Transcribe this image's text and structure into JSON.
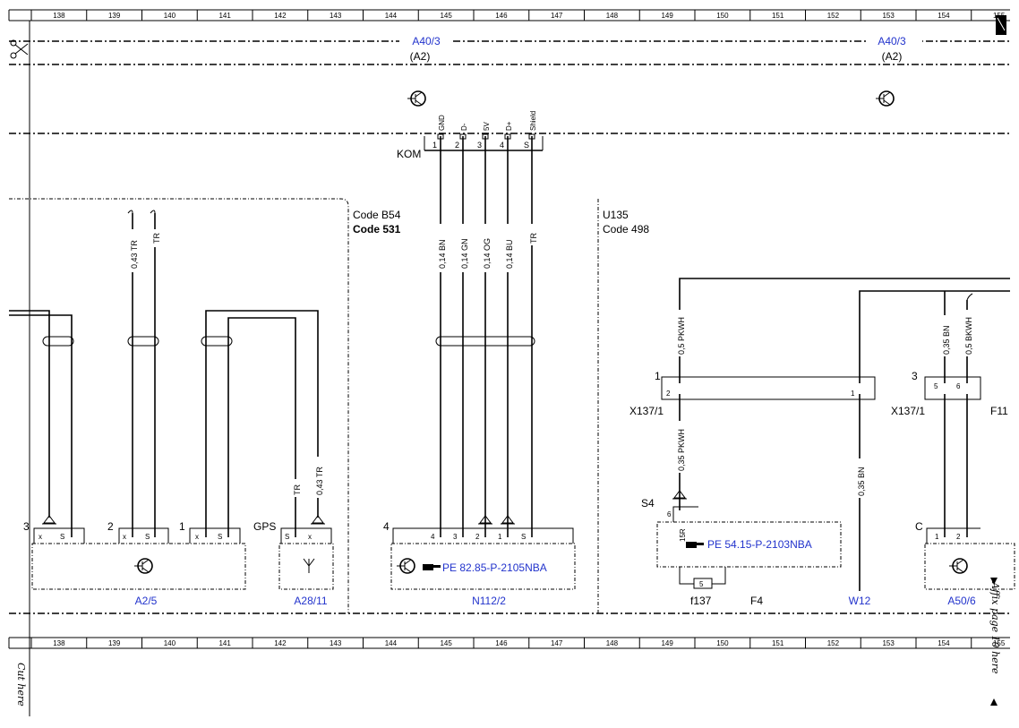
{
  "ruler": {
    "columns": [
      "138",
      "139",
      "140",
      "141",
      "142",
      "143",
      "144",
      "145",
      "146",
      "147",
      "148",
      "149",
      "150",
      "151",
      "152",
      "153",
      "154",
      "155"
    ]
  },
  "header": {
    "module_left": "A40/3",
    "module_left_sub": "(A2)",
    "module_right": "A40/3",
    "module_right_sub": "(A2)"
  },
  "kom": {
    "label": "KOM",
    "pins": [
      {
        "num": "1",
        "name": "GND"
      },
      {
        "num": "2",
        "name": "D-"
      },
      {
        "num": "3",
        "name": "5V"
      },
      {
        "num": "4",
        "name": "D+"
      },
      {
        "num": "S",
        "name": "Shield"
      }
    ]
  },
  "codes": {
    "left_top": "Code B54",
    "left_bottom": "Code 531",
    "right_top": "U135",
    "right_bottom": "Code 498"
  },
  "wires": {
    "w_0_43_tr_1": "0,43 TR",
    "w_tr_1": "TR",
    "kom_bn": "0,14 BN",
    "kom_gn": "0,14 GN",
    "kom_og": "0,14 OG",
    "kom_bu": "0,14 BU",
    "kom_tr": "TR",
    "pkwh_top": "0,5 PKWH",
    "pkwh_bottom": "0,35 PKWH",
    "bn_w12": "0,35 BN",
    "bn_right": "0,35 BN",
    "bkwh": "0,5 BKWH",
    "gps_tr": "TR",
    "gps_043tr": "0,43 TR"
  },
  "connectors": {
    "x137_left": "X137/1",
    "x137_right": "X137/1",
    "x137_pin1": "1",
    "x137_pin3": "3",
    "x137_p2": "2",
    "x137_p1": "1",
    "x137_p5": "5",
    "x137_p6": "6",
    "f11": "F11",
    "s4": "S4",
    "s4_pin": "6",
    "s4_15r": "15R",
    "f137_pin": "5",
    "f137": "f137",
    "f4": "F4",
    "w12": "W12"
  },
  "modules": {
    "a2_5": {
      "label": "A2/5",
      "pins": [
        "3",
        "2",
        "1"
      ],
      "sub": [
        "x",
        "S",
        "x",
        "S",
        "x",
        "S"
      ]
    },
    "a28_11": {
      "label": "A28/11",
      "prefix": "GPS",
      "sub": [
        "S",
        "x"
      ]
    },
    "n112_2": {
      "label": "N112/2",
      "num": "4",
      "pins": [
        "4",
        "3",
        "2",
        "1",
        "S"
      ],
      "ref": "PE 82.85-P-2105NBA"
    },
    "s4_box": {
      "ref": "PE 54.15-P-2103NBA"
    },
    "a50_6": {
      "label": "A50/6",
      "prefix": "C",
      "pins": [
        "1",
        "2"
      ]
    }
  },
  "margin": {
    "cut_here": "Cut here",
    "affix": "Affix page 10 here"
  },
  "colors": {
    "reference_text": "#2233cc",
    "line": "#000000"
  }
}
